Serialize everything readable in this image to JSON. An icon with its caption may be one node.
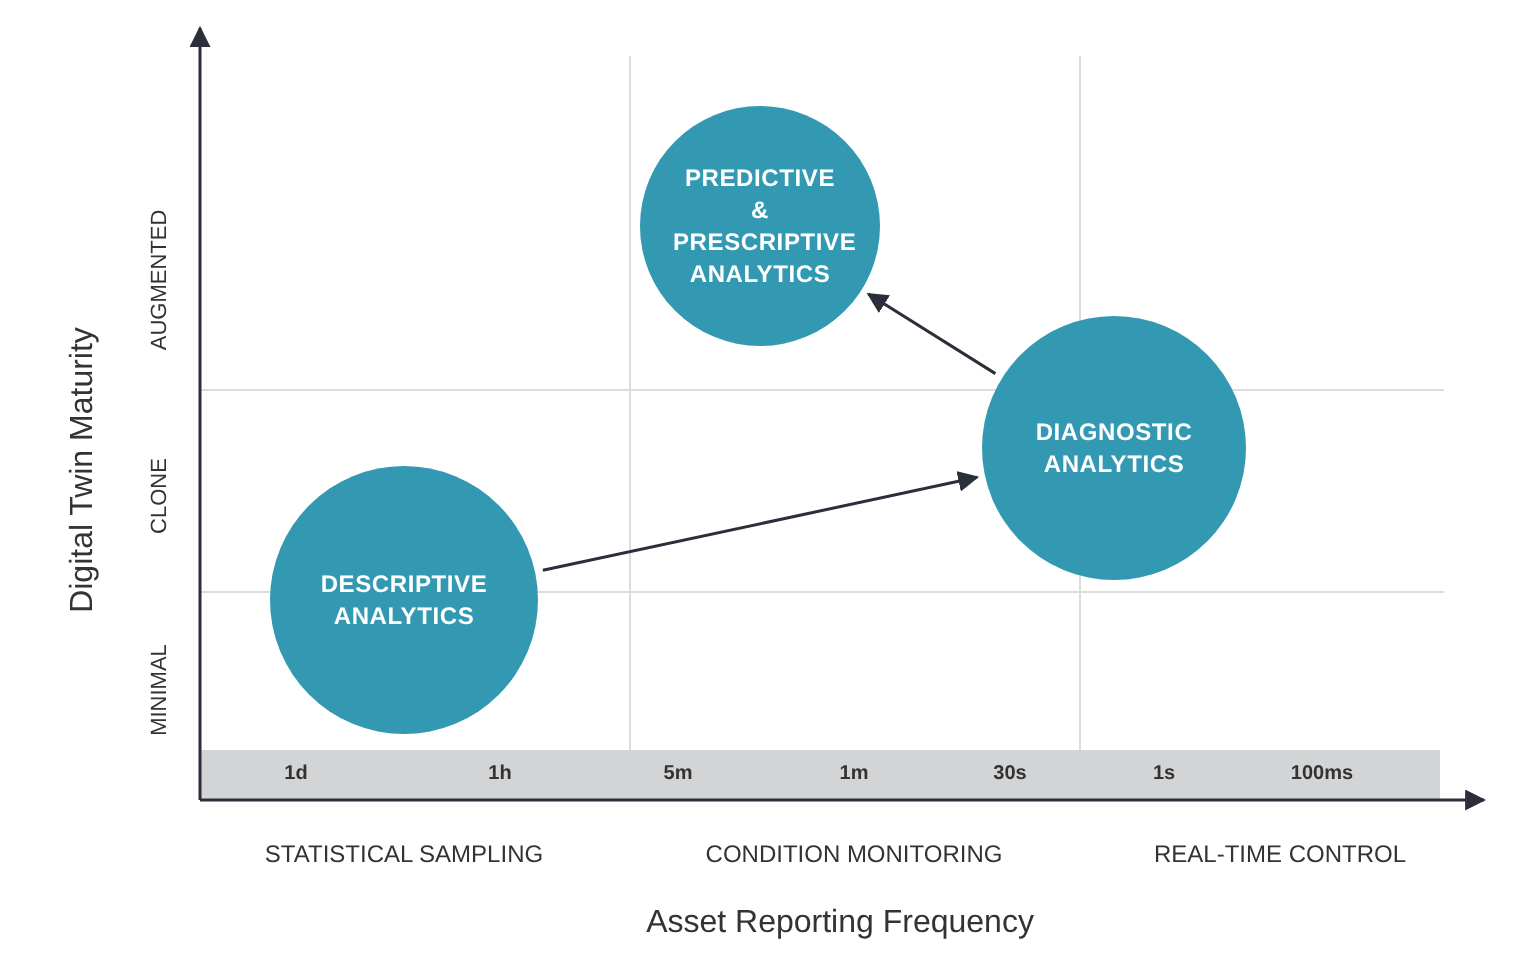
{
  "diagram": {
    "nodes": [
      {
        "text": [
          "DESCRIPTIVE ANALYTICS"
        ]
      },
      {
        "text": [
          "PREDICTIVE & PRESCRIPTIVE ANALYTICS"
        ]
      },
      {
        "text": [
          "DIAGNOSTIC ANALYTICS"
        ]
      }
    ],
    "edges": [
      {
        "from": 0,
        "to": 2,
        "arrow": "to"
      },
      {
        "from": 2,
        "to": 1,
        "arrow": "to"
      }
    ],
    "labels": [
      "Digital Twin Maturity",
      "AUGMENTED",
      "CLONE",
      "MINIMAL",
      "1d",
      "1h",
      "5m",
      "1m",
      "30s",
      "1s",
      "100ms",
      "STATISTICAL SAMPLING",
      "CONDITION MONITORING",
      "REAL-TIME CONTROL",
      "Asset Reporting Frequency"
    ]
  }
}
